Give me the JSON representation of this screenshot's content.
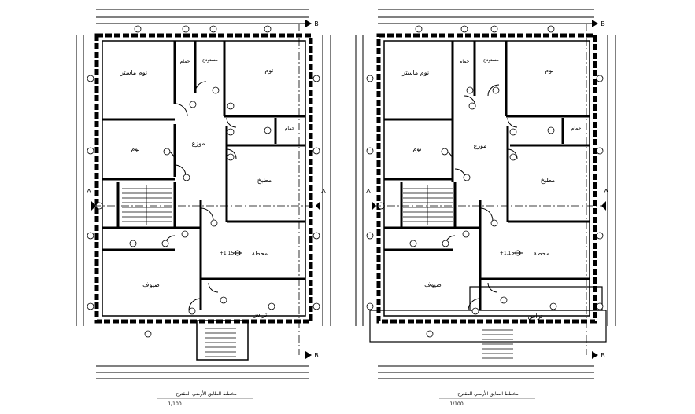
{
  "plans": [
    {
      "rooms": {
        "master_bedroom": "نوم ماستر",
        "bathroom_1": "حمام",
        "storage": "مستودع",
        "bedroom_1": "نوم",
        "distributor": "موزع",
        "bedroom_2": "نوم",
        "bathroom_2": "حمام",
        "kitchen": "مطبخ",
        "guest": "ضيوف",
        "lobby": "محطة",
        "terrace": "تراس",
        "level": "+1.15"
      },
      "section_markers": {
        "a_left": "A",
        "a_right": "A",
        "b_top": "B",
        "b_bottom": "B"
      },
      "caption": "مخطط الطابق الأرضي المقترح",
      "scale": "1/100"
    },
    {
      "rooms": {
        "master_bedroom": "نوم ماستر",
        "bathroom_1": "حمام",
        "storage": "مستودع",
        "bedroom_1": "نوم",
        "distributor": "موزع",
        "bedroom_2": "نوم",
        "bathroom_2": "حمام",
        "kitchen": "مطبخ",
        "guest": "ضيوف",
        "lobby": "محطة",
        "terrace": "تراس",
        "level": "+1.15"
      },
      "section_markers": {
        "a_left": "A",
        "a_right": "A",
        "b_top": "B",
        "b_bottom": "B"
      },
      "caption": "مخطط الطابق الأرضي المقترح",
      "scale": "1/100"
    }
  ],
  "colors": {
    "line": "#000000",
    "background": "#ffffff"
  }
}
